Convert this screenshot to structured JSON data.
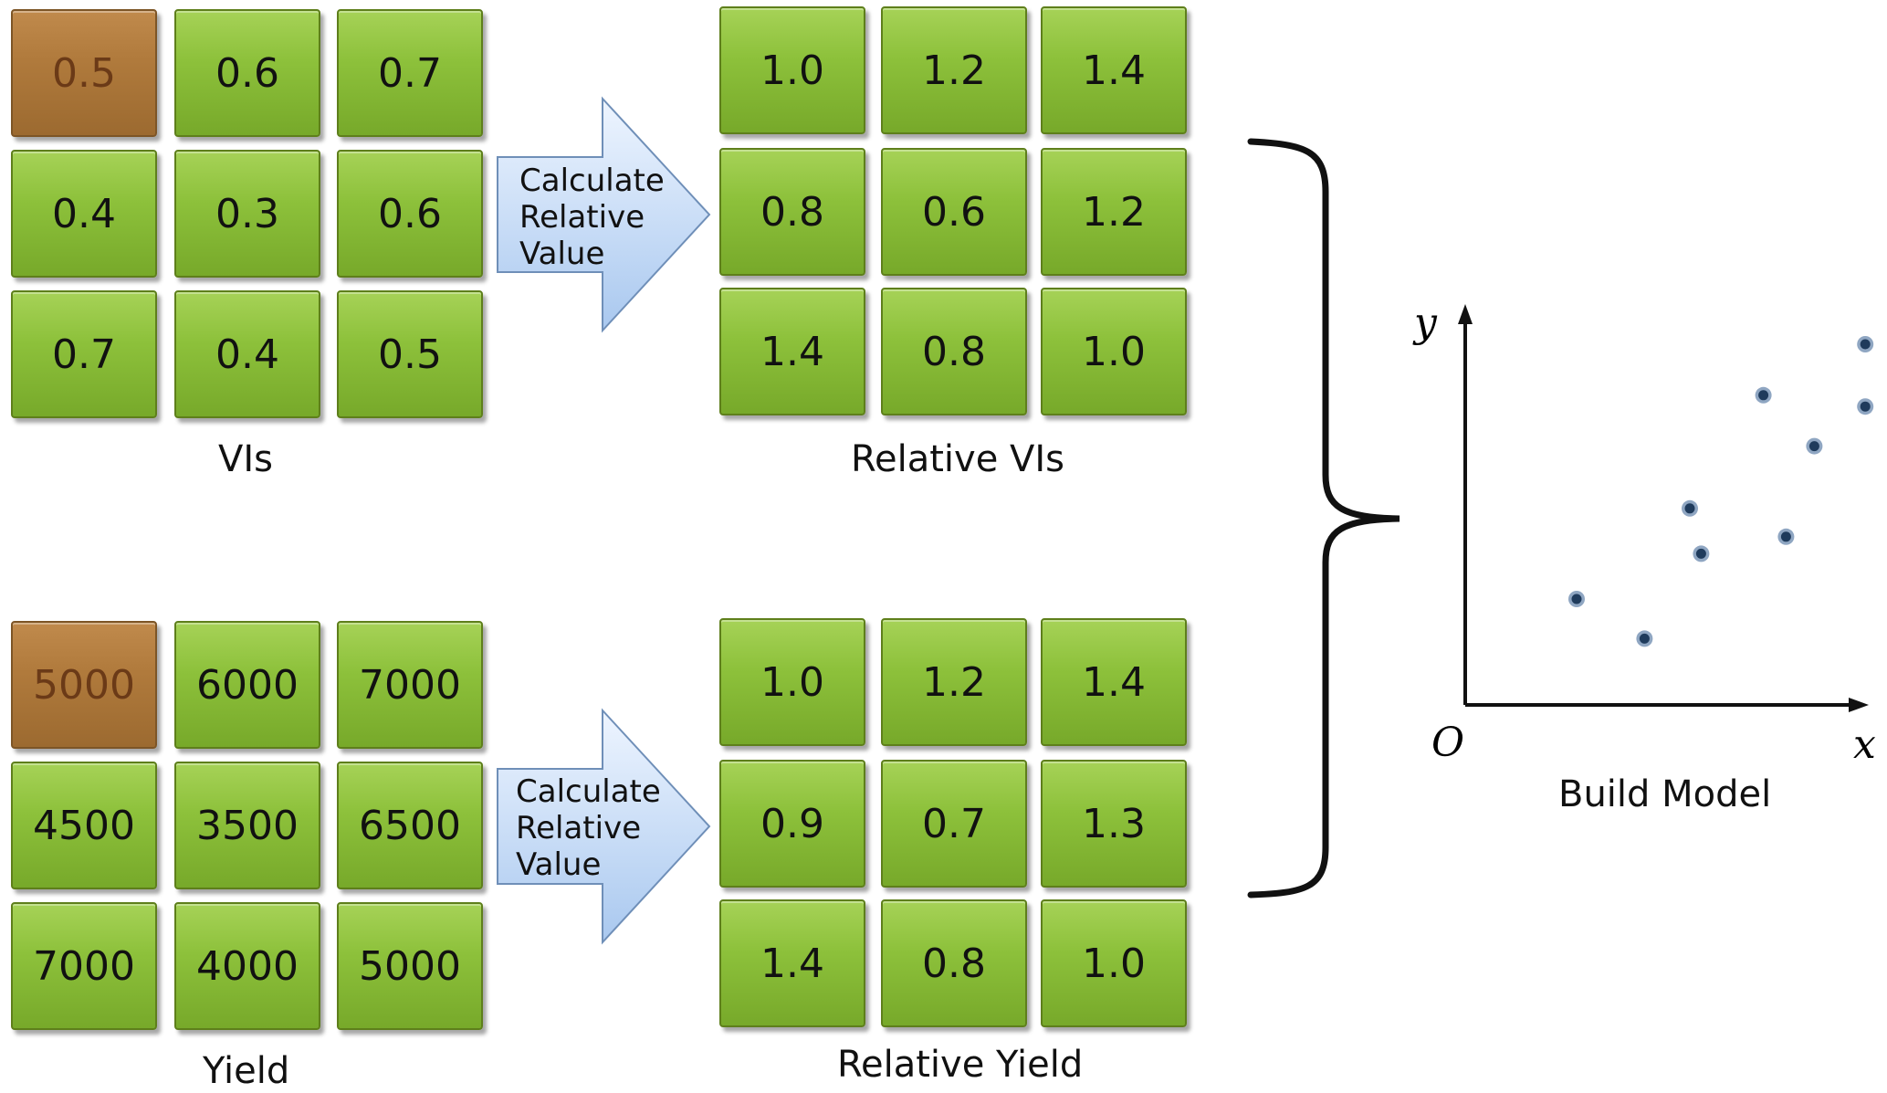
{
  "top": {
    "vis": {
      "caption": "VIs",
      "grid": [
        [
          "0.5",
          "0.6",
          "0.7"
        ],
        [
          "0.4",
          "0.3",
          "0.6"
        ],
        [
          "0.7",
          "0.4",
          "0.5"
        ]
      ]
    },
    "arrow": {
      "line1": "Calculate",
      "line2": "Relative",
      "line3": "Value"
    },
    "relative": {
      "caption": "Relative VIs",
      "grid": [
        [
          "1.0",
          "1.2",
          "1.4"
        ],
        [
          "0.8",
          "0.6",
          "1.2"
        ],
        [
          "1.4",
          "0.8",
          "1.0"
        ]
      ]
    }
  },
  "bottom": {
    "yield": {
      "caption": "Yield",
      "grid": [
        [
          "5000",
          "6000",
          "7000"
        ],
        [
          "4500",
          "3500",
          "6500"
        ],
        [
          "7000",
          "4000",
          "5000"
        ]
      ]
    },
    "arrow": {
      "line1": "Calculate",
      "line2": "Relative",
      "line3": "Value"
    },
    "relative": {
      "caption": "Relative Yield",
      "grid": [
        [
          "1.0",
          "1.2",
          "1.4"
        ],
        [
          "0.9",
          "0.7",
          "1.3"
        ],
        [
          "1.4",
          "0.8",
          "1.0"
        ]
      ]
    }
  },
  "model": {
    "caption": "Build Model",
    "y_label": "y",
    "x_label": "x",
    "origin_label": "O",
    "points": [
      [
        1,
        3
      ],
      [
        2.2,
        2.3
      ],
      [
        3.2,
        3.8
      ],
      [
        4.7,
        4.1
      ],
      [
        3,
        4.6
      ],
      [
        4.3,
        6.6
      ],
      [
        5.2,
        5.7
      ],
      [
        6.1,
        7.5
      ],
      [
        6.1,
        6.4
      ]
    ],
    "dot_color": "#1f3b5c"
  },
  "colors": {
    "cell_green": "#8dc13b",
    "cell_reference": "#b07a3c",
    "arrow_fill": "#c6dcf6"
  }
}
